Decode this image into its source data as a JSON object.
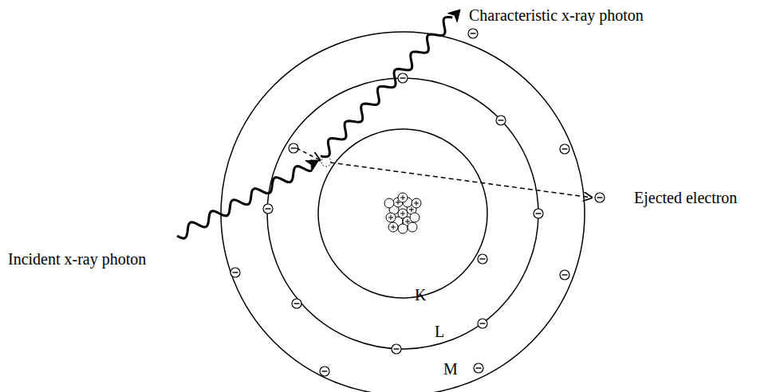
{
  "diagram": {
    "labels": [
      "Characteristic x-ray photon",
      "Incident x-ray photon",
      "Ejected electron",
      "K",
      "L",
      "M"
    ]
  }
}
